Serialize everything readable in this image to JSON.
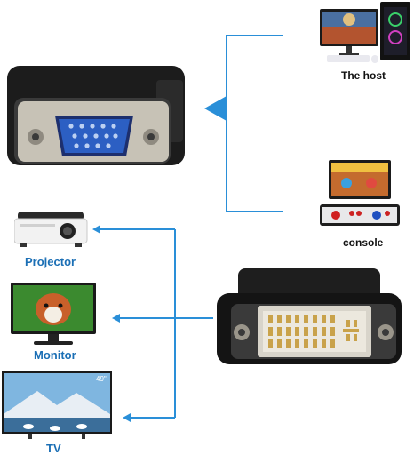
{
  "targets": {
    "host": {
      "label": "The host"
    },
    "console": {
      "label": "console"
    }
  },
  "outputs": {
    "projector": {
      "label": "Projector"
    },
    "monitor": {
      "label": "Monitor"
    },
    "tv": {
      "label": "TV",
      "badge": "49\""
    }
  },
  "colors": {
    "accent": "#2a8fd8",
    "label_blue": "#1b6fb5"
  }
}
